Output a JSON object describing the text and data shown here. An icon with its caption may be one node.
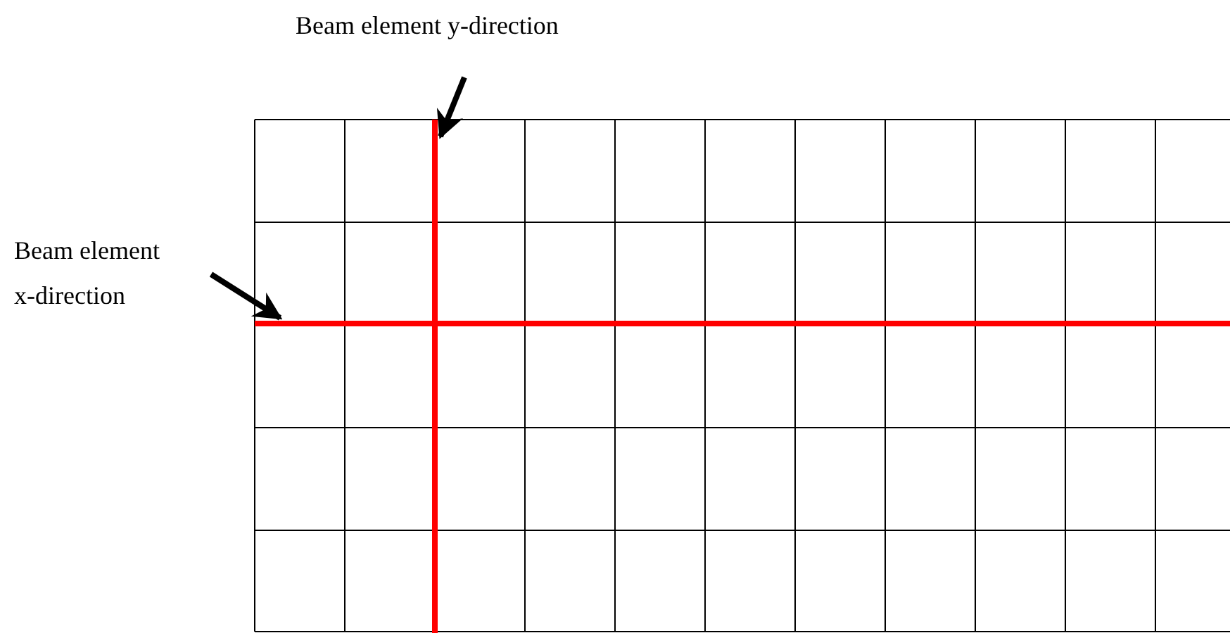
{
  "diagram": {
    "nodes": [
      {
        "text": [
          "Beam element y-direction"
        ]
      },
      {
        "text": [],
        "shape": "bar"
      },
      {
        "text": [
          "Beam element x-direction"
        ]
      },
      {
        "text": [],
        "shape": "bar"
      }
    ],
    "edges": [
      {
        "from": 0,
        "to": 1,
        "arrow": "to"
      },
      {
        "from": 2,
        "to": 3,
        "arrow": "to"
      }
    ]
  }
}
